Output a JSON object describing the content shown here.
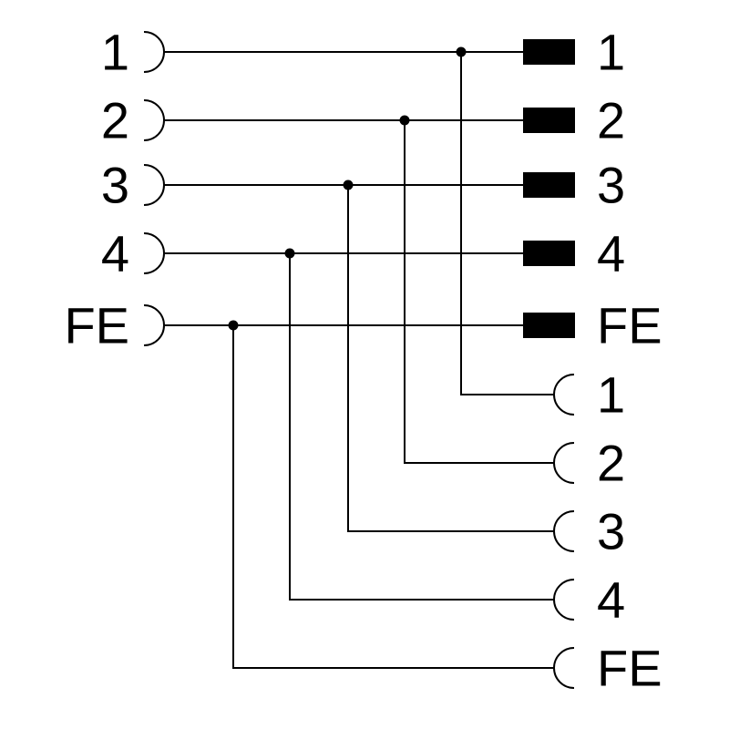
{
  "diagram": {
    "type": "wiring-pinout",
    "colors": {
      "foreground": "#000000",
      "background": "#ffffff"
    },
    "left_connector": {
      "symbol": "socket-arc",
      "pin_labels": [
        "1",
        "2",
        "3",
        "4",
        "FE"
      ]
    },
    "right_top_connector": {
      "symbol": "terminal-rectangle",
      "pin_labels": [
        "1",
        "2",
        "3",
        "4",
        "FE"
      ]
    },
    "right_bottom_connector": {
      "symbol": "socket-arc",
      "pin_labels": [
        "1",
        "2",
        "3",
        "4",
        "FE"
      ]
    },
    "connections": [
      {
        "from_left": "1",
        "to_right_top": "1",
        "to_right_bottom": "1"
      },
      {
        "from_left": "2",
        "to_right_top": "2",
        "to_right_bottom": "2"
      },
      {
        "from_left": "3",
        "to_right_top": "3",
        "to_right_bottom": "3"
      },
      {
        "from_left": "4",
        "to_right_top": "4",
        "to_right_bottom": "4"
      },
      {
        "from_left": "FE",
        "to_right_top": "FE",
        "to_right_bottom": "FE"
      }
    ]
  }
}
